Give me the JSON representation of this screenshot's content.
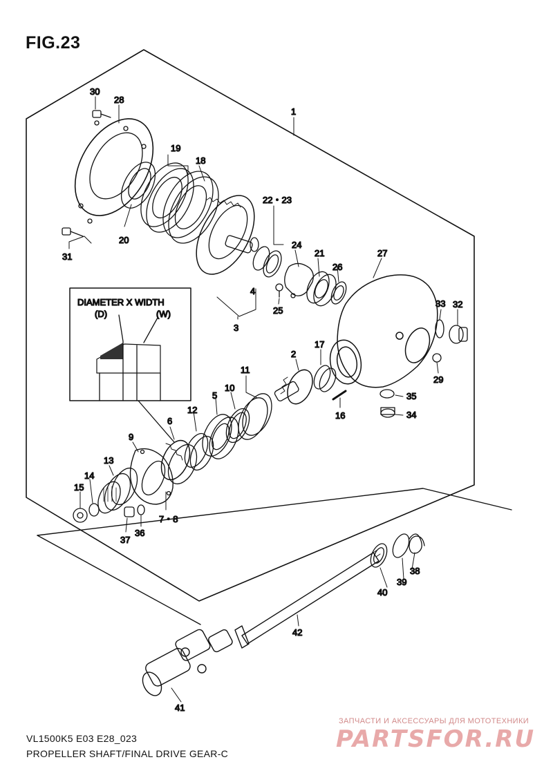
{
  "figure": {
    "title": "FIG.23",
    "model_code": "VL1500K5 E03 E28_023",
    "name": "PROPELLER SHAFT/FINAL DRIVE GEAR-C"
  },
  "inset": {
    "heading": "DIAMETER X WIDTH",
    "label_d": "(D)",
    "label_w": "(W)"
  },
  "callouts": {
    "c1": "1",
    "c2": "2",
    "c3": "3",
    "c4": "4",
    "c5": "5",
    "c6": "6",
    "c7_8": "7・8",
    "c9": "9",
    "c10": "10",
    "c11": "11",
    "c12": "12",
    "c13": "13",
    "c14": "14",
    "c15": "15",
    "c16": "16",
    "c17": "17",
    "c18": "18",
    "c19": "19",
    "c20": "20",
    "c21": "21",
    "c22_23": "22・23",
    "c24": "24",
    "c25": "25",
    "c26": "26",
    "c27": "27",
    "c28": "28",
    "c29": "29",
    "c30": "30",
    "c31": "31",
    "c32": "32",
    "c33": "33",
    "c34": "34",
    "c35": "35",
    "c36": "36",
    "c37": "37",
    "c38": "38",
    "c39": "39",
    "c40": "40",
    "c41": "41",
    "c42": "42"
  },
  "watermark": {
    "tagline": "ЗАПЧАСТИ И АКСЕССУАРЫ ДЛЯ МОТОТЕХНИКИ",
    "logo": "PARTSFOR.RU"
  },
  "colors": {
    "line": "#111111",
    "watermark": "#e8a9a9"
  }
}
